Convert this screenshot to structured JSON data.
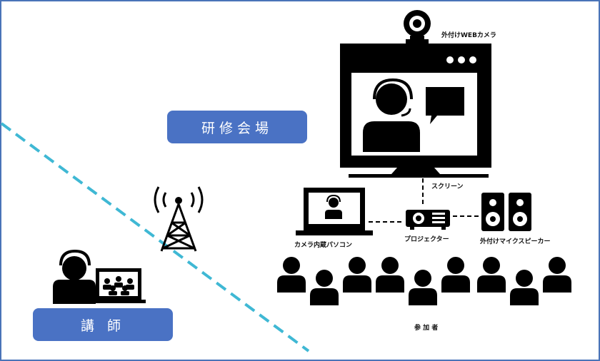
{
  "badges": {
    "venue": "研修会場",
    "instructor": "講 師"
  },
  "labels": {
    "webcam": "外付けWEBカメラ",
    "screen": "スクリーン",
    "laptop": "カメラ内蔵パソコン",
    "projector": "プロジェクター",
    "speaker": "外付けマイクスピーカー",
    "participants": "参 加 者"
  },
  "colors": {
    "accent": "#4a72c4",
    "divider": "#3fb8d4",
    "icon": "#000000"
  }
}
